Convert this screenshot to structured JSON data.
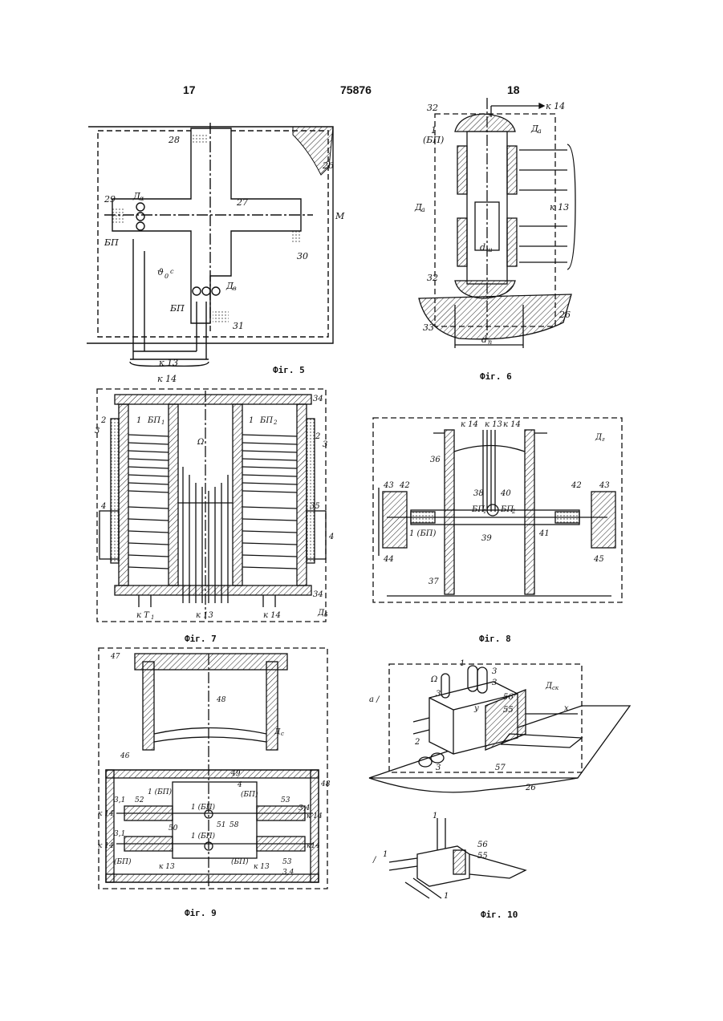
{
  "header": {
    "left": "17",
    "center": "75876",
    "right": "18"
  },
  "figures": {
    "fig5": {
      "caption": "Фіг. 5",
      "labels": {
        "l28": "28",
        "l26": "26",
        "l27": "27",
        "l29": "29",
        "ld1": "Д",
        "ld1s": "α",
        "lM": "M",
        "lbp": "БП",
        "ltheta": "ϑ",
        "lthetasub": "0",
        "ldeg": "c",
        "ld2": "Д",
        "ld2s": "в",
        "lbp2": "БП",
        "l30": "30",
        "l31": "31",
        "lk13": "к 13",
        "lk14": "к 14"
      }
    },
    "fig6": {
      "caption": "Фіг. 6",
      "labels": {
        "l32a": "32",
        "lk14": "к 14",
        "l1": "1",
        "lbp": "(БП)",
        "ld": "Д",
        "lds": "а",
        "ld2": "Д",
        "ld2s": "а",
        "lk13": "к 13",
        "ldsh": "d",
        "ldshs": "ш",
        "l32b": "32",
        "l26": "26",
        "l33": "33",
        "ldn": "d",
        "ldns": "п"
      }
    },
    "fig7": {
      "caption": "Фіг. 7",
      "labels": {
        "l34a": "34",
        "l2a": "2",
        "l3a": "3",
        "l1a": "1",
        "lbp1": "БП",
        "lbp1s": "1",
        "lomega": "Ω",
        "l1b": "1",
        "lbp2": "БП",
        "lbp2s": "2",
        "l2b": "2",
        "l3b": "3",
        "l4a": "4",
        "l35": "35",
        "l4b": "4",
        "l34b": "34",
        "lkt1": "к Т",
        "lkt1s": "1",
        "lk13": "к 13",
        "lk14": "к 14",
        "ld": "Д",
        "lds": "б"
      }
    },
    "fig8": {
      "caption": "Фіг. 8",
      "labels": {
        "lk14a": "к 14",
        "lk13": "к 13",
        "lk14b": "к 14",
        "ld": "Д",
        "lds": "г",
        "l36": "36",
        "l43a": "43",
        "l42a": "42",
        "l38": "38",
        "l40": "40",
        "lbp1": "БП",
        "lbp1s": "1",
        "lbp2": "БП",
        "lbp2s": "2",
        "l42b": "42",
        "l43b": "43",
        "l1bp": "1 (БП)",
        "l39": "39",
        "l41": "41",
        "l44": "44",
        "l45": "45",
        "l37": "37"
      }
    },
    "fig9": {
      "caption": "Фіг. 9",
      "labels": {
        "l47": "47",
        "l48": "48",
        "ld": "Д",
        "lds": "с",
        "l46": "46",
        "l49": "49",
        "l4": "4",
        "l48b": "48",
        "l31a": "3,1",
        "l52": "52",
        "l1bpa": "1 (БП)",
        "l53a": "53",
        "l34a": "3,4",
        "lk14a": "к 14",
        "lk14b": "к 14",
        "l50": "50",
        "l51": "51",
        "l58": "58",
        "l31b": "3,1",
        "lk14c": "к 14",
        "lk14d": "к14",
        "lbpb": "(БП)",
        "lk13a": "к 13",
        "lk13b": "к 13",
        "l53b": "53",
        "l34b": "3,4",
        "lbpc": "(БП)",
        "lbpd": "(БП)",
        "l1bpb": "1 (БП)",
        "l1bpc": "1 (БП)"
      }
    },
    "fig10": {
      "caption": "Фіг. 10",
      "labels": {
        "la": "а /",
        "l1a": "1",
        "l3a": "3",
        "l3b": "3",
        "l3c": "3",
        "lomega": "Ω",
        "ldsk": "Д",
        "ldsks": "ск",
        "l56": "56",
        "l55": "55",
        "lx": "x",
        "ly": "y",
        "l2": "2",
        "l3d": "3",
        "l57": "57",
        "l26": "26",
        "lb": "/",
        "l1b": "1",
        "l1c": "1",
        "l56b": "56",
        "l55b": "55",
        "l1d": "1"
      }
    }
  }
}
